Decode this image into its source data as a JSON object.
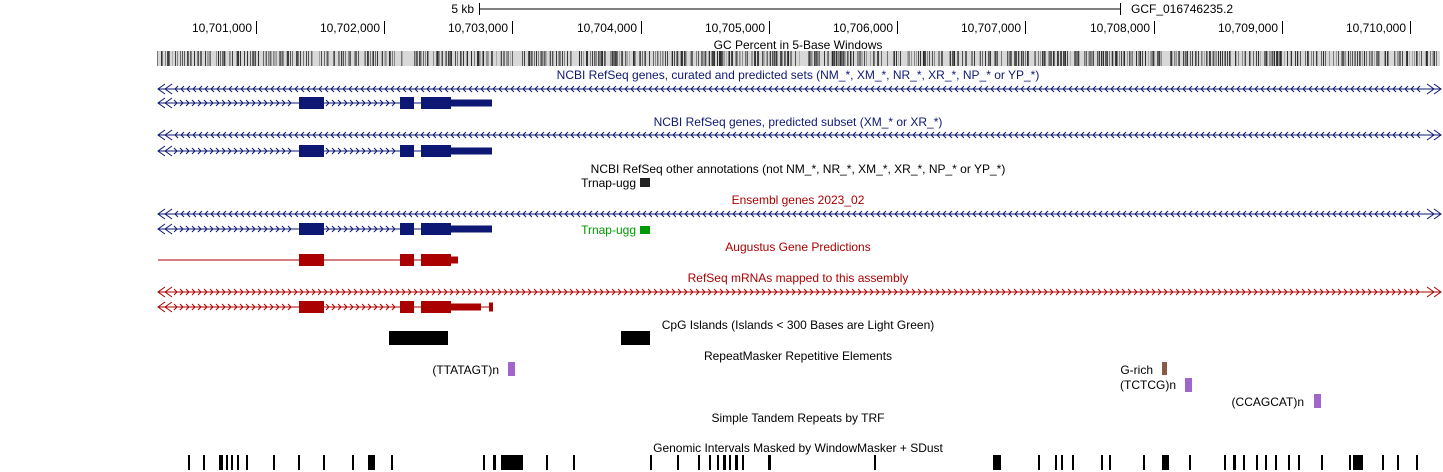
{
  "scale": {
    "label": "5 kb",
    "assembly": "GCF_016746235.2"
  },
  "ruler": {
    "ticks": [
      "10,701,000",
      "10,702,000",
      "10,703,000",
      "10,704,000",
      "10,705,000",
      "10,706,000",
      "10,707,000",
      "10,708,000",
      "10,709,000",
      "10,710,000"
    ]
  },
  "colors": {
    "navy": "#0d1874",
    "red": "#ab0000",
    "green": "#009900",
    "black": "#000000",
    "purple": "#a066cc",
    "brown": "#8b5a44"
  },
  "tracks": {
    "gc_percent": {
      "title": "GC Percent in 5-Base Windows"
    },
    "refseq_all": {
      "title": "NCBI RefSeq genes, curated and predicted sets (NM_*, XM_*, NR_*, XR_*, NP_* or YP_*)"
    },
    "refseq_predicted": {
      "title": "NCBI RefSeq genes, predicted subset (XM_* or XR_*)"
    },
    "refseq_other": {
      "title": "NCBI RefSeq other annotations (not NM_*, NR_*, XM_*, XR_*, NP_* or YP_*)",
      "feature_label": "Trnap-ugg"
    },
    "ensembl": {
      "title": "Ensembl genes 2023_02",
      "feature_label": "Trnap-ugg"
    },
    "augustus": {
      "title": "Augustus Gene Predictions"
    },
    "refseq_mrna": {
      "title": "RefSeq mRNAs mapped to this assembly"
    },
    "cpg": {
      "title": "CpG Islands (Islands < 300 Bases are Light Green)"
    },
    "repeatmasker": {
      "title": "RepeatMasker Repetitive Elements",
      "label_1": "(TTATAGT)n",
      "label_2": "G-rich",
      "label_3": "(TCTCG)n",
      "label_4": "(CCAGCAT)n"
    },
    "trf": {
      "title": "Simple Tandem Repeats by TRF"
    },
    "windowmasker": {
      "title": "Genomic Intervals Masked by WindowMasker + SDust"
    }
  }
}
